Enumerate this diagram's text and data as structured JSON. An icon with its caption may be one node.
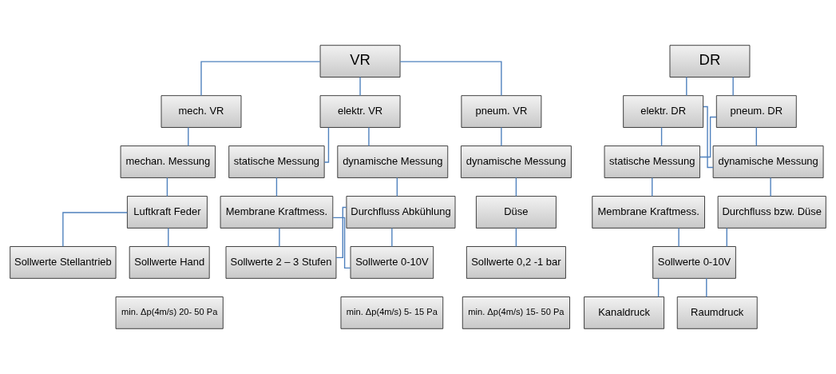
{
  "diagram": {
    "nodes": [
      {
        "text": [
          "VR"
        ]
      },
      {
        "text": [
          "mech. VR"
        ]
      },
      {
        "text": [
          "elektr. VR"
        ]
      },
      {
        "text": [
          "pneum. VR"
        ]
      },
      {
        "text": [
          "mechan. Messung"
        ]
      },
      {
        "text": [
          "Luftkraft Feder"
        ]
      },
      {
        "text": [
          "Sollwerte Hand"
        ]
      },
      {
        "text": [
          "Sollwerte Stellantrieb"
        ]
      },
      {
        "text": [
          "min. Δp(4m/s) 20- 50 Pa"
        ]
      },
      {
        "text": [
          "statische Messung"
        ]
      },
      {
        "text": [
          "dynamische Messung"
        ]
      },
      {
        "text": [
          "Membrane Kraftmess."
        ]
      },
      {
        "text": [
          "Durchfluss Abkühlung"
        ]
      },
      {
        "text": [
          "Sollwerte 0-10V"
        ]
      },
      {
        "text": [
          "Sollwerte 2 – 3 Stufen"
        ]
      },
      {
        "text": [
          "min. Δp(4m/s) 5- 15 Pa"
        ]
      },
      {
        "text": [
          "dynamische Messung"
        ]
      },
      {
        "text": [
          "Düse"
        ]
      },
      {
        "text": [
          "Sollwerte 0,2 -1 bar"
        ]
      },
      {
        "text": [
          "min. Δp(4m/s) 15- 50 Pa"
        ]
      },
      {
        "text": [
          "DR"
        ]
      },
      {
        "text": [
          "elektr. DR"
        ]
      },
      {
        "text": [
          "pneum. DR"
        ]
      },
      {
        "text": [
          "statische Messung"
        ]
      },
      {
        "text": [
          "dynamische Messung"
        ]
      },
      {
        "text": [
          "Membrane Kraftmess."
        ]
      },
      {
        "text": [
          "Durchfluss bzw. Düse"
        ]
      },
      {
        "text": [
          "Sollwerte 0-10V"
        ]
      },
      {
        "text": [
          "Kanaldruck"
        ]
      },
      {
        "text": [
          "Raumdruck"
        ]
      }
    ],
    "edges": [
      {
        "from": 0,
        "to": 1,
        "arrow": "none"
      },
      {
        "from": 0,
        "to": 2,
        "arrow": "none"
      },
      {
        "from": 0,
        "to": 3,
        "arrow": "none"
      },
      {
        "from": 1,
        "to": 4,
        "arrow": "none"
      },
      {
        "from": 4,
        "to": 5,
        "arrow": "none"
      },
      {
        "from": 5,
        "to": 6,
        "arrow": "none"
      },
      {
        "from": 5,
        "to": 7,
        "arrow": "none"
      },
      {
        "from": 2,
        "to": 9,
        "arrow": "none"
      },
      {
        "from": 2,
        "to": 10,
        "arrow": "none"
      },
      {
        "from": 9,
        "to": 11,
        "arrow": "none"
      },
      {
        "from": 10,
        "to": 12,
        "arrow": "none"
      },
      {
        "from": 11,
        "to": 13,
        "arrow": "none"
      },
      {
        "from": 11,
        "to": 14,
        "arrow": "none"
      },
      {
        "from": 12,
        "to": 13,
        "arrow": "none"
      },
      {
        "from": 12,
        "to": 14,
        "arrow": "none"
      },
      {
        "from": 3,
        "to": 16,
        "arrow": "none"
      },
      {
        "from": 16,
        "to": 17,
        "arrow": "none"
      },
      {
        "from": 17,
        "to": 18,
        "arrow": "none"
      },
      {
        "from": 20,
        "to": 21,
        "arrow": "none"
      },
      {
        "from": 20,
        "to": 22,
        "arrow": "none"
      },
      {
        "from": 21,
        "to": 23,
        "arrow": "none"
      },
      {
        "from": 21,
        "to": 24,
        "arrow": "none"
      },
      {
        "from": 22,
        "to": 23,
        "arrow": "none"
      },
      {
        "from": 22,
        "to": 24,
        "arrow": "none"
      },
      {
        "from": 23,
        "to": 25,
        "arrow": "none"
      },
      {
        "from": 24,
        "to": 26,
        "arrow": "none"
      },
      {
        "from": 25,
        "to": 27,
        "arrow": "none"
      },
      {
        "from": 26,
        "to": 27,
        "arrow": "none"
      },
      {
        "from": 27,
        "to": 28,
        "arrow": "none"
      },
      {
        "from": 27,
        "to": 29,
        "arrow": "none"
      }
    ]
  }
}
